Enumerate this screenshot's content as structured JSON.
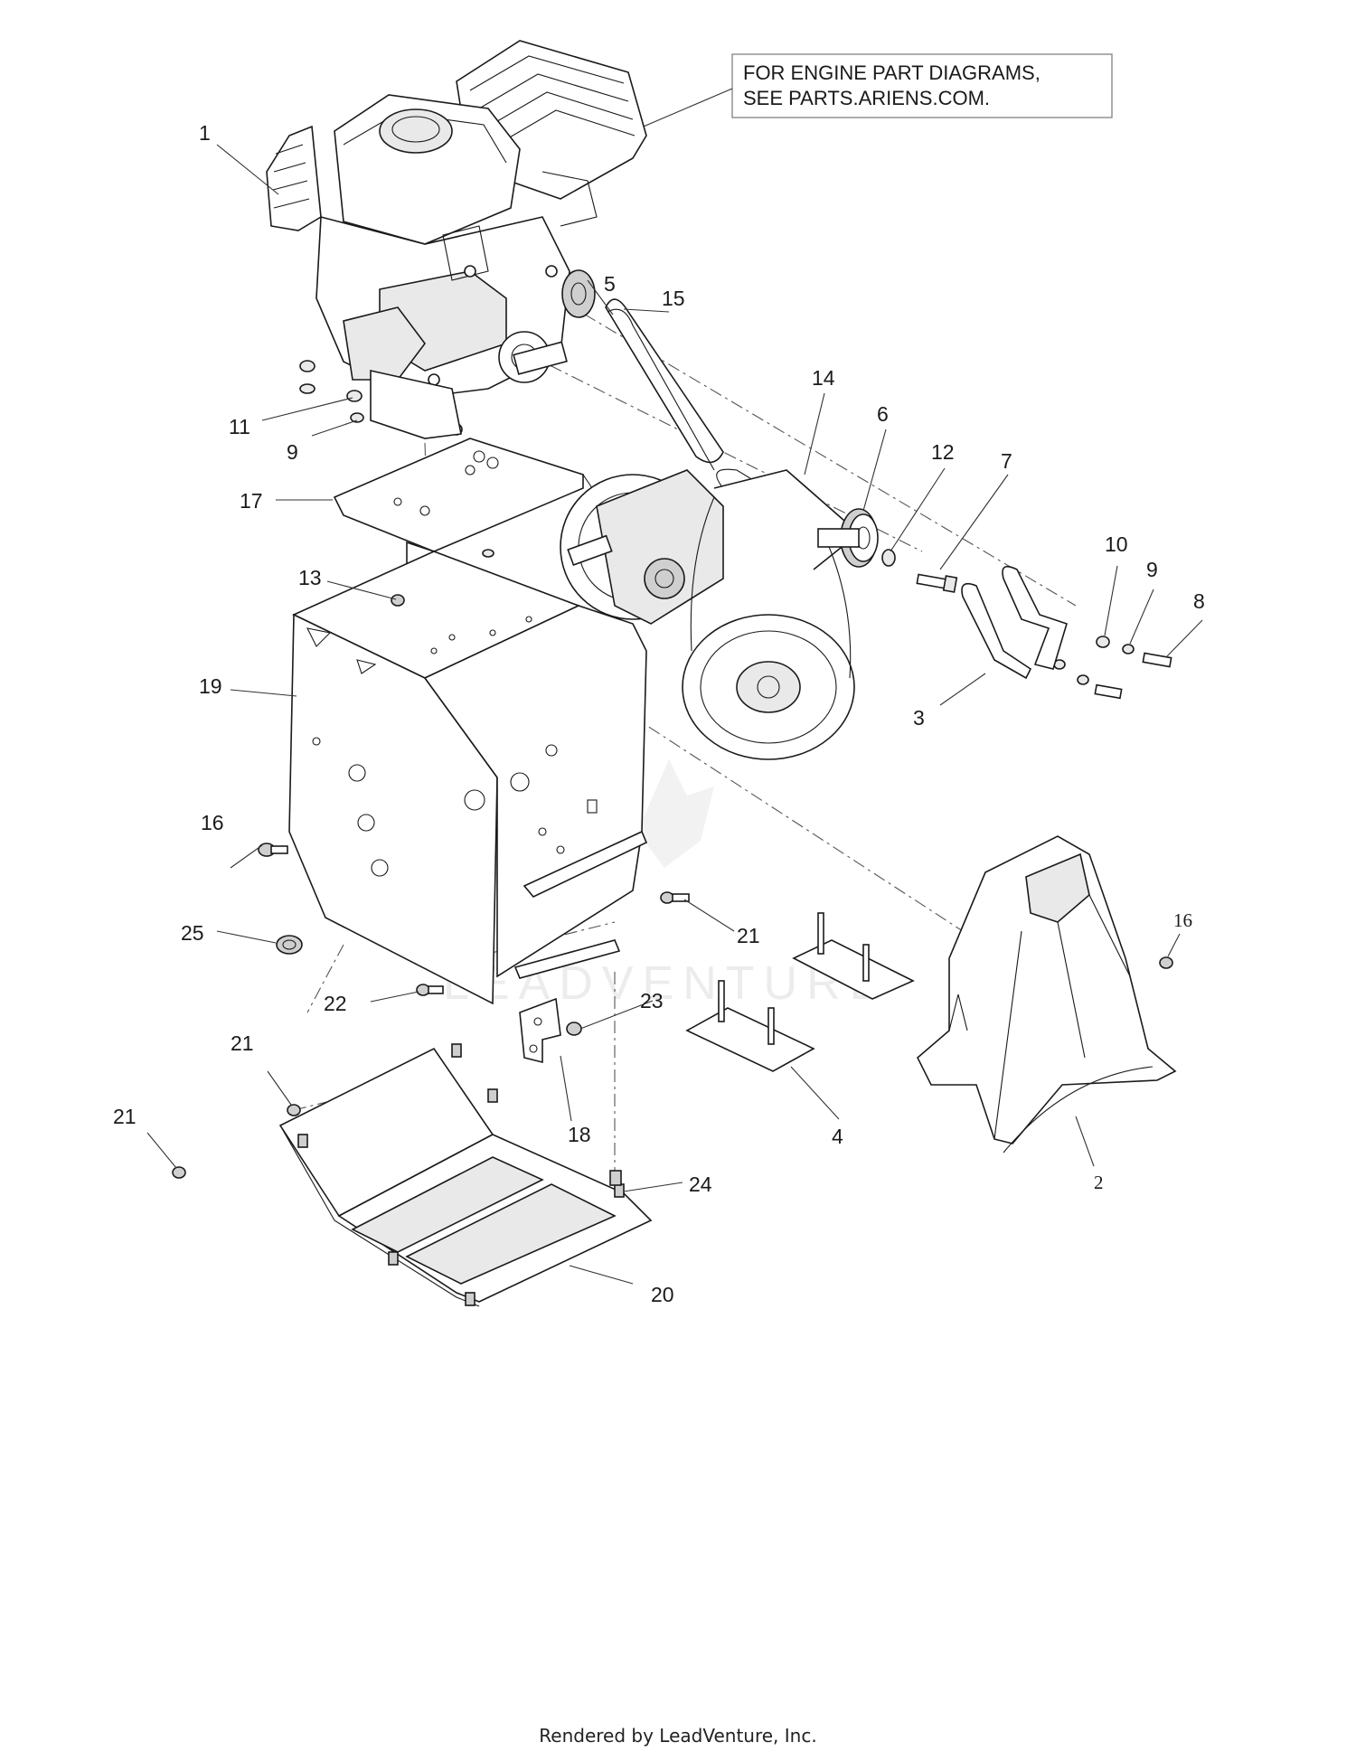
{
  "note": {
    "line1": "FOR ENGINE PART DIAGRAMS,",
    "line2": "SEE PARTS.ARIENS.COM."
  },
  "callouts": {
    "c1": "1",
    "c2": "2",
    "c3": "3",
    "c4": "4",
    "c5": "5",
    "c6": "6",
    "c7": "7",
    "c8": "8",
    "c9a": "9",
    "c9b": "9",
    "c10": "10",
    "c11": "11",
    "c12": "12",
    "c13": "13",
    "c14": "14",
    "c15": "15",
    "c16a": "16",
    "c16b": "16",
    "c17": "17",
    "c18": "18",
    "c19": "19",
    "c20": "20",
    "c21a": "21",
    "c21b": "21",
    "c21c": "21",
    "c22": "22",
    "c23": "23",
    "c24": "24",
    "c25": "25"
  },
  "watermark": "LEADVENTURE",
  "footer": "Rendered by LeadVenture, Inc."
}
